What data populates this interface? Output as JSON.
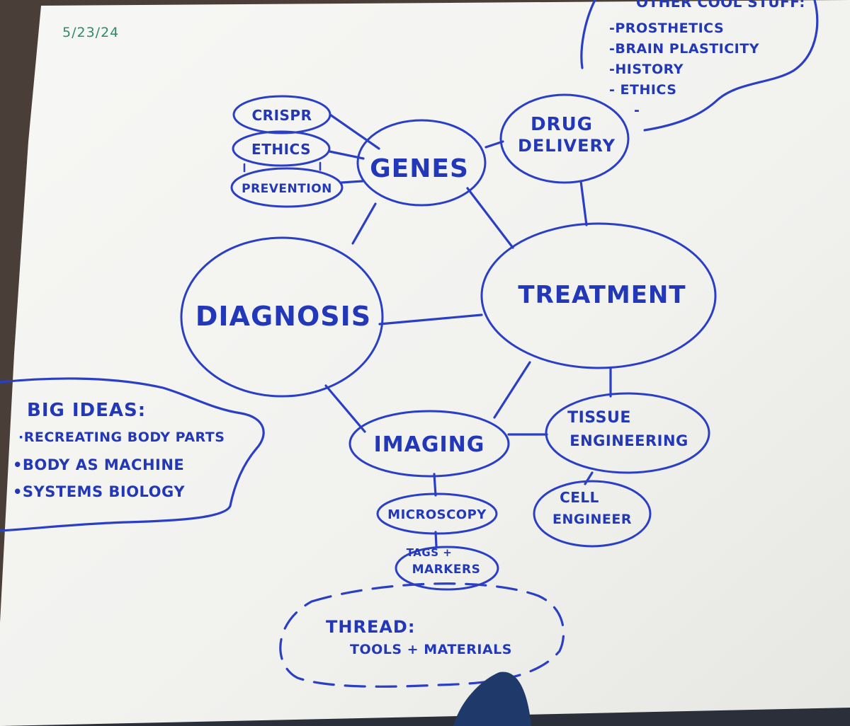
{
  "date": "5/23/24",
  "nodes": {
    "crispr": "CRISPR",
    "ethics": "ETHICS",
    "prevention": "PREVENTION",
    "genes": "GENES",
    "drug_delivery_line1": "DRUG",
    "drug_delivery_line2": "DELIVERY",
    "diagnosis": "DIAGNOSIS",
    "treatment": "TREATMENT",
    "imaging": "IMAGING",
    "tissue_engineering_line1": "TISSUE",
    "tissue_engineering_line2": "ENGINEERING",
    "microscopy": "MICROSCOPY",
    "cell_engineer_line1": "CELL",
    "cell_engineer_line2": "ENGINEER",
    "tags_markers_line1": "TAGS +",
    "tags_markers_line2": "MARKERS"
  },
  "other_cool_stuff": {
    "title": "OTHER COOL STUFF:",
    "items": [
      "-PROSTHETICS",
      "-BRAIN PLASTICITY",
      "-HISTORY",
      "- ETHICS",
      "-"
    ]
  },
  "big_ideas": {
    "title": "BIG IDEAS:",
    "items": [
      "·RECREATING BODY PARTS",
      "•BODY AS MACHINE",
      "•SYSTEMS BIOLOGY"
    ]
  },
  "thread": {
    "title": "THREAD:",
    "subtitle": "TOOLS + MATERIALS"
  },
  "colors": {
    "ink": "#2b3fc4",
    "date_ink": "#2e8a6a",
    "paper": "#f4f4f1",
    "background": "#4a3f38"
  }
}
